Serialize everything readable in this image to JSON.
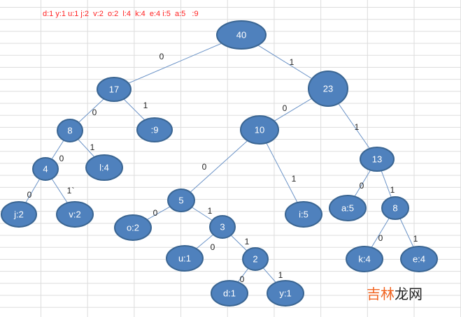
{
  "frequencies": "d:1 y:1 u:1 j:2  v:2  o:2  l:4  k:4  e:4 i:5  a:5   :9",
  "watermark": {
    "part1": "吉林",
    "part2": "龙网"
  },
  "colors": {
    "node_fill": "#4f81bd",
    "edge": "#6b93c7",
    "frequency_text": "#ff2020"
  },
  "nodes": [
    {
      "id": "n40",
      "label": "40"
    },
    {
      "id": "n17",
      "label": "17"
    },
    {
      "id": "n23",
      "label": "23"
    },
    {
      "id": "n8a",
      "label": "8"
    },
    {
      "id": "n9",
      "label": ":9"
    },
    {
      "id": "n10",
      "label": "10"
    },
    {
      "id": "n13",
      "label": "13"
    },
    {
      "id": "n4",
      "label": "4"
    },
    {
      "id": "nl4",
      "label": "l:4"
    },
    {
      "id": "n5",
      "label": "5"
    },
    {
      "id": "ni5",
      "label": "i:5"
    },
    {
      "id": "na5",
      "label": "a:5"
    },
    {
      "id": "n8b",
      "label": "8"
    },
    {
      "id": "nj2",
      "label": "j:2"
    },
    {
      "id": "nv2",
      "label": "v:2"
    },
    {
      "id": "no2",
      "label": "o:2"
    },
    {
      "id": "n3",
      "label": "3"
    },
    {
      "id": "nu1",
      "label": "u:1"
    },
    {
      "id": "n2",
      "label": "2"
    },
    {
      "id": "nk4",
      "label": "k:4"
    },
    {
      "id": "ne4",
      "label": "e:4"
    },
    {
      "id": "nd1",
      "label": "d:1"
    },
    {
      "id": "ny1",
      "label": "y:1"
    }
  ],
  "edges": [
    {
      "from": "n40",
      "to": "n17",
      "label": "0"
    },
    {
      "from": "n40",
      "to": "n23",
      "label": "1"
    },
    {
      "from": "n17",
      "to": "n8a",
      "label": "0"
    },
    {
      "from": "n17",
      "to": "n9",
      "label": "1"
    },
    {
      "from": "n23",
      "to": "n10",
      "label": "0"
    },
    {
      "from": "n23",
      "to": "n13",
      "label": "1"
    },
    {
      "from": "n8a",
      "to": "n4",
      "label": "0"
    },
    {
      "from": "n8a",
      "to": "nl4",
      "label": "1"
    },
    {
      "from": "n10",
      "to": "n5",
      "label": "0"
    },
    {
      "from": "n10",
      "to": "ni5",
      "label": "1"
    },
    {
      "from": "n13",
      "to": "na5",
      "label": "0"
    },
    {
      "from": "n13",
      "to": "n8b",
      "label": "1"
    },
    {
      "from": "n4",
      "to": "nj2",
      "label": "0"
    },
    {
      "from": "n4",
      "to": "nv2",
      "label": "1`"
    },
    {
      "from": "n5",
      "to": "no2",
      "label": "0"
    },
    {
      "from": "n5",
      "to": "n3",
      "label": "1"
    },
    {
      "from": "n3",
      "to": "nu1",
      "label": "0"
    },
    {
      "from": "n3",
      "to": "n2",
      "label": "1"
    },
    {
      "from": "n8b",
      "to": "nk4",
      "label": "0"
    },
    {
      "from": "n8b",
      "to": "ne4",
      "label": "1"
    },
    {
      "from": "n2",
      "to": "nd1",
      "label": "0"
    },
    {
      "from": "n2",
      "to": "ny1",
      "label": "1"
    }
  ]
}
